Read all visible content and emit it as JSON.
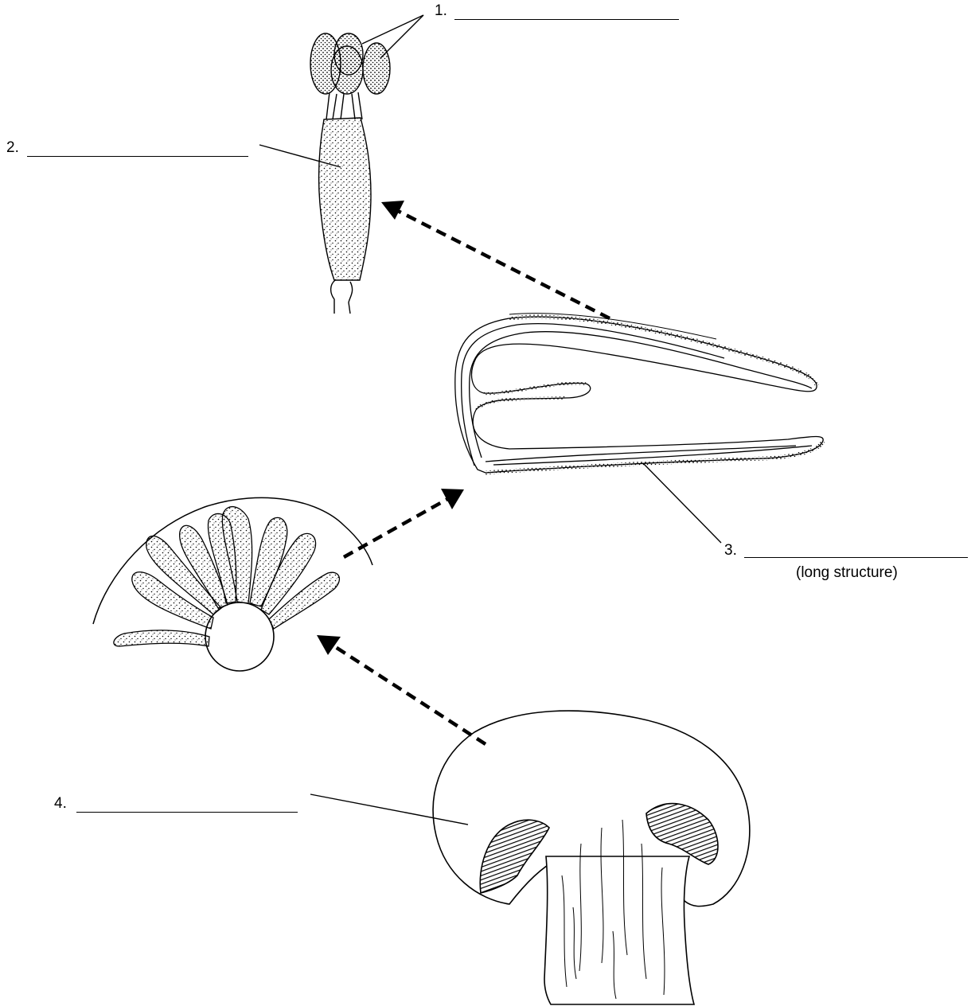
{
  "labels": [
    {
      "number": "1.",
      "answer": ""
    },
    {
      "number": "2.",
      "answer": ""
    },
    {
      "number": "3.",
      "answer": "",
      "note": "(long structure)"
    },
    {
      "number": "4.",
      "answer": ""
    }
  ]
}
